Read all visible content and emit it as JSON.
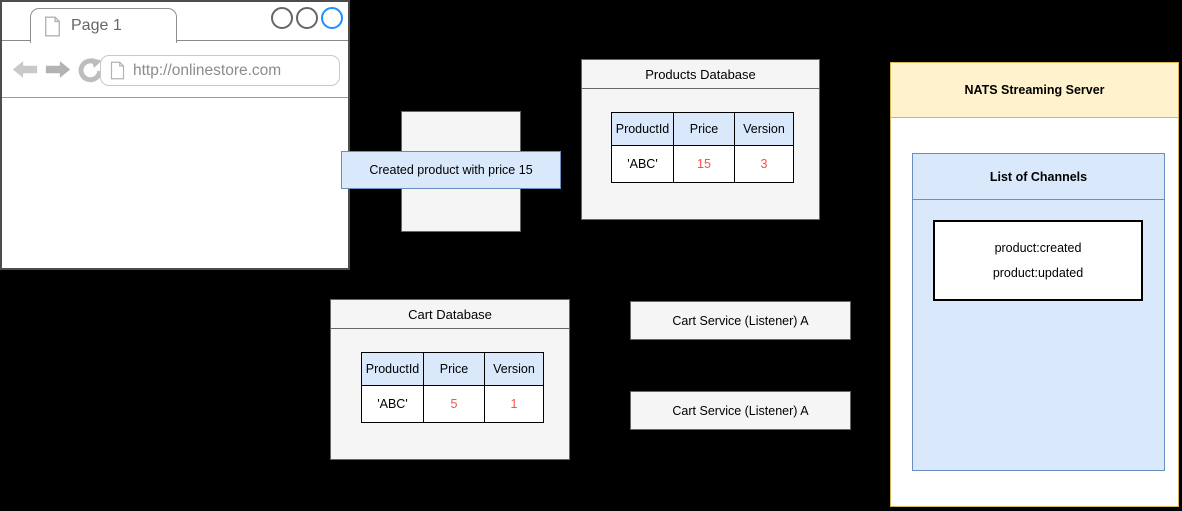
{
  "browser": {
    "tab_title": "Page 1",
    "url": "http://onlinestore.com"
  },
  "flow_label": {
    "text": "Created product with price 15"
  },
  "products_db": {
    "title": "Products Database",
    "table": {
      "headers": [
        "ProductId",
        "Price",
        "Version"
      ],
      "rows": [
        [
          "'ABC'",
          "15",
          "3"
        ]
      ]
    }
  },
  "cart_db": {
    "title": "Cart Database",
    "table": {
      "headers": [
        "ProductId",
        "Price",
        "Version"
      ],
      "rows": [
        [
          "'ABC'",
          "5",
          "1"
        ]
      ]
    }
  },
  "cart_services": [
    {
      "label": "Cart Service (Listener) A"
    },
    {
      "label": "Cart Service (Listener) A"
    }
  ],
  "nats": {
    "title": "NATS Streaming Server",
    "channels_panel": {
      "title": "List of Channels",
      "channels": [
        "product:created",
        "product:updated"
      ]
    }
  },
  "colors": {
    "accent_blue_fill": "#dae8fc",
    "accent_blue_border": "#6c8ebf",
    "accent_yellow_fill": "#fff2cc",
    "accent_yellow_border": "#d6b656",
    "gray_fill": "#f5f5f5",
    "gray_border": "#666666",
    "highlight_red": "#ff4d4d",
    "active_circle_blue": "#1f8fff",
    "background": "#000000"
  }
}
